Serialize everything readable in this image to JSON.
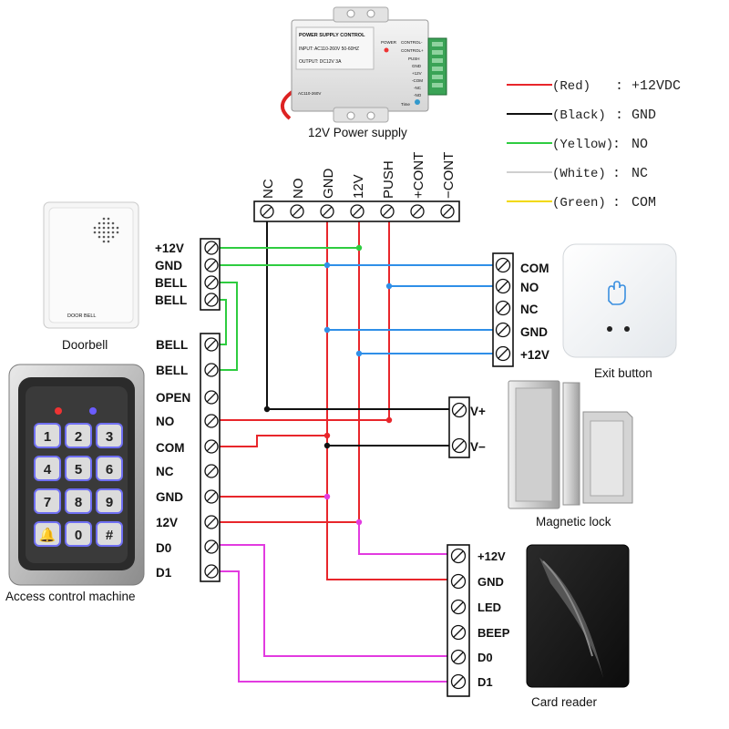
{
  "power_supply": {
    "caption": "12V Power supply",
    "label_title": "POWER SUPPLY CONTROL",
    "label_input": "INPUT: AC110-260V 50-60HZ",
    "label_output": "OUTPUT: DC12V 3A",
    "label_ac": "AC110-260V",
    "label_power": "POWER",
    "label_time": "Time",
    "side_terms": [
      "CONTROL-",
      "CONTROL+",
      "PUSH",
      "GND",
      "+12V",
      "-COM",
      "-NC",
      "-NO"
    ],
    "terminals": [
      "NC",
      "NO",
      "GND",
      "12V",
      "PUSH",
      "+CONT",
      "−CONT"
    ]
  },
  "legend": [
    {
      "color": "#e8262b",
      "name": "(Red)",
      "signal": "+12VDC"
    },
    {
      "color": "#111111",
      "name": "(Black)",
      "signal": "GND"
    },
    {
      "color": "#2ecc40",
      "name": "(Yellow)",
      "signal": "NO"
    },
    {
      "color": "#cfcfcf",
      "name": "(White)",
      "signal": "NC"
    },
    {
      "color": "#f2d900",
      "name": "(Green)",
      "signal": "COM"
    }
  ],
  "doorbell": {
    "caption": "Doorbell",
    "device_label": "DOOR BELL",
    "terminals": [
      "+12V",
      "GND",
      "BELL",
      "BELL"
    ]
  },
  "access_control": {
    "caption": "Access control machine",
    "keys": [
      "1",
      "2",
      "3",
      "4",
      "5",
      "6",
      "7",
      "8",
      "9",
      "🔔",
      "0",
      "#"
    ],
    "terminals": [
      "BELL",
      "BELL",
      "OPEN",
      "NO",
      "COM",
      "NC",
      "GND",
      "12V",
      "D0",
      "D1"
    ]
  },
  "exit_button": {
    "caption": "Exit button",
    "terminals": [
      "COM",
      "NO",
      "NC",
      "GND",
      "+12V"
    ]
  },
  "magnetic_lock": {
    "caption": "Magnetic lock",
    "terminals": [
      "V+",
      "V−"
    ]
  },
  "card_reader": {
    "caption": "Card reader",
    "terminals": [
      "+12V",
      "GND",
      "LED",
      "BEEP",
      "D0",
      "D1"
    ]
  },
  "colors": {
    "red": "#e8262b",
    "black": "#111111",
    "green": "#2ecc40",
    "blue": "#2f8fe8",
    "magenta": "#e23be0"
  }
}
